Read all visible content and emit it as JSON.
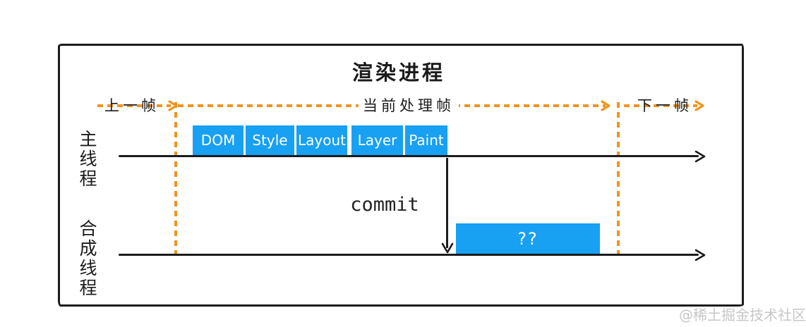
{
  "title": "渲染进程",
  "frames": {
    "previous": "上一帧",
    "current": "当前处理帧",
    "next": "下一帧"
  },
  "threads": {
    "main": {
      "label": "主线程",
      "stages": [
        "DOM",
        "Style",
        "Layout",
        "Layer",
        "Paint"
      ]
    },
    "compositor": {
      "label": "合成线程",
      "block": "??"
    }
  },
  "commit_label": "commit",
  "watermark": "@稀土掘金技术社区",
  "colors": {
    "accent_orange": "#F0941F",
    "stage_blue": "#18A0F3",
    "line_black": "#1c1c1c",
    "watermark_gray": "#c7c7c7"
  },
  "icons": {
    "arrowhead_right_orange": "chevron-right",
    "arrowhead_right_black": "chevron-right",
    "arrowhead_down_black": "chevron-down"
  }
}
